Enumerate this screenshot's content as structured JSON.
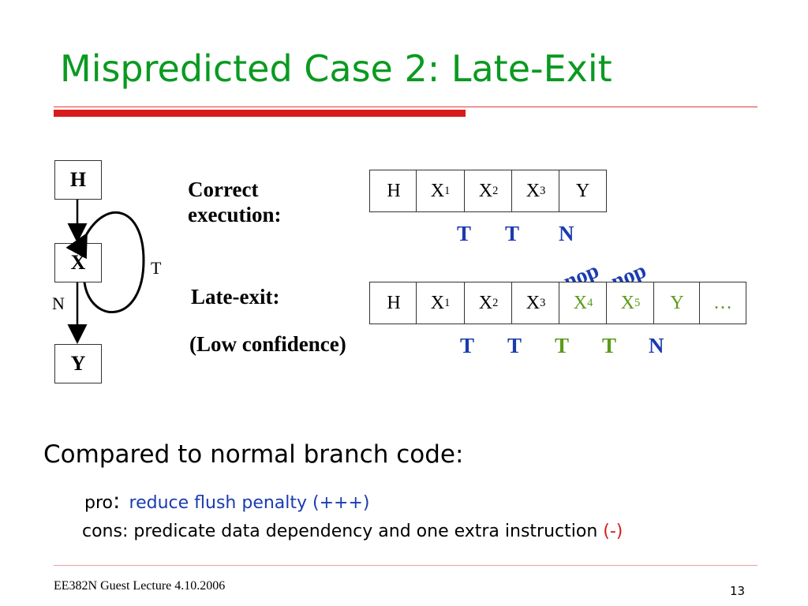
{
  "slide": {
    "title": "Mispredicted Case 2: Late-Exit",
    "footer_left": "EE382N Guest Lecture 4.10.2006",
    "page_number": "13"
  },
  "cfg": {
    "node_h": "H",
    "node_x": "X",
    "node_y": "Y",
    "edge_t": "T",
    "edge_n": "N"
  },
  "correct": {
    "label_line1": "Correct",
    "label_line2": "execution:",
    "cells": [
      {
        "base": "H",
        "sub": ""
      },
      {
        "base": "X",
        "sub": "1"
      },
      {
        "base": "X",
        "sub": "2"
      },
      {
        "base": "X",
        "sub": "3"
      },
      {
        "base": "Y",
        "sub": ""
      }
    ],
    "outcomes": [
      "T",
      "T",
      "N"
    ]
  },
  "late_exit": {
    "label": "Late-exit:",
    "sublabel": "(Low confidence)",
    "cells": [
      {
        "base": "H",
        "sub": ""
      },
      {
        "base": "X",
        "sub": "1"
      },
      {
        "base": "X",
        "sub": "2"
      },
      {
        "base": "X",
        "sub": "3"
      },
      {
        "base": "X",
        "sub": "4"
      },
      {
        "base": "X",
        "sub": "5"
      },
      {
        "base": "Y",
        "sub": ""
      },
      {
        "base": "…",
        "sub": ""
      }
    ],
    "nop_labels": [
      "nop",
      "nop"
    ],
    "outcomes": [
      "T",
      "T",
      "T",
      "T",
      "N"
    ]
  },
  "comparison": {
    "heading": "Compared to normal branch code:",
    "pro_label": "pro",
    "pro_colon": ":",
    "pro_text": "reduce flush penalty (+++)",
    "cons_text": "cons: predicate data dependency and one extra instruction",
    "cons_mark": "(-)"
  },
  "colors": {
    "title": "#0a9a20",
    "accent_red": "#d81b1b",
    "predicated_green": "#5a9a1a",
    "outcome_blue": "#1a3bb0"
  }
}
